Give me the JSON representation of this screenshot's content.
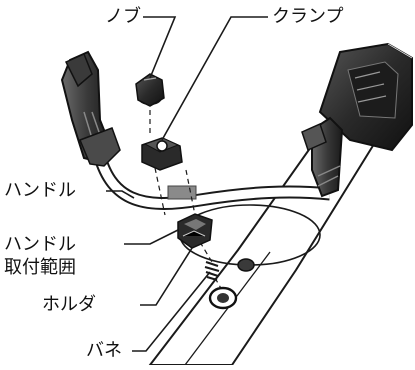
{
  "labels": {
    "knob": "ノブ",
    "clamp": "クランプ",
    "handle": "ハンドル",
    "handle_range_line1": "ハンドル",
    "handle_range_line2": "取付範囲",
    "holder": "ホルダ",
    "spring": "バネ"
  },
  "colors": {
    "line": "#1a1a1a",
    "dark_part": "#2e2e2e",
    "range_mark": "#8a8a8a"
  }
}
